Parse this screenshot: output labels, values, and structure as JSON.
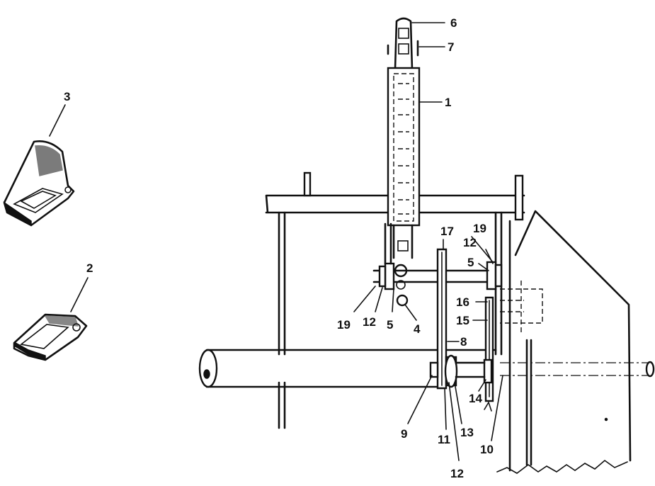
{
  "callouts": [
    {
      "id": "c6",
      "text": "6"
    },
    {
      "id": "c7",
      "text": "7"
    },
    {
      "id": "c1",
      "text": "1"
    },
    {
      "id": "c3",
      "text": "3"
    },
    {
      "id": "c2",
      "text": "2"
    },
    {
      "id": "c17",
      "text": "17"
    },
    {
      "id": "c19a",
      "text": "19"
    },
    {
      "id": "c12a",
      "text": "12"
    },
    {
      "id": "c5a",
      "text": "5"
    },
    {
      "id": "c16",
      "text": "16"
    },
    {
      "id": "c15",
      "text": "15"
    },
    {
      "id": "c19b",
      "text": "19"
    },
    {
      "id": "c12b",
      "text": "12"
    },
    {
      "id": "c5b",
      "text": "5"
    },
    {
      "id": "c4",
      "text": "4"
    },
    {
      "id": "c8",
      "text": "8"
    },
    {
      "id": "c14",
      "text": "14"
    },
    {
      "id": "c9",
      "text": "9"
    },
    {
      "id": "c11",
      "text": "11"
    },
    {
      "id": "c13",
      "text": "13"
    },
    {
      "id": "c10",
      "text": "10"
    },
    {
      "id": "c12c",
      "text": "12"
    }
  ]
}
